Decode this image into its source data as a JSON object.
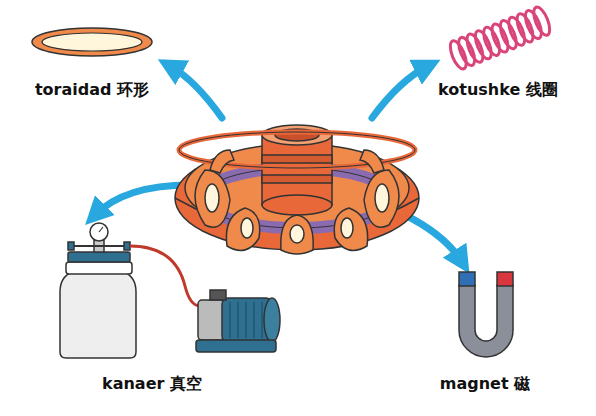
{
  "diagram": {
    "labels": [
      "toraidad 环形",
      "kotushke 线圈",
      "kanaer 真空",
      "magnet 磁"
    ]
  }
}
